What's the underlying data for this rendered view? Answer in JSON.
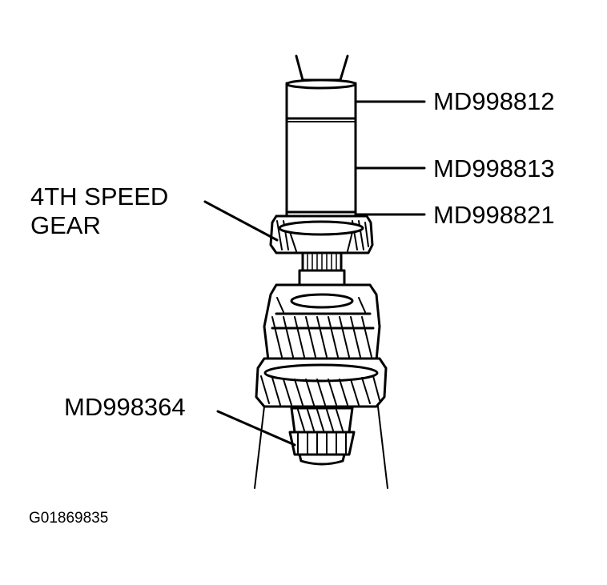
{
  "labels": {
    "md998812": "MD998812",
    "md998813": "MD998813",
    "md998821": "MD998821",
    "fourth_speed_gear_line1": "4TH SPEED",
    "fourth_speed_gear_line2": "GEAR",
    "md998364": "MD998364"
  },
  "figure_id": "G01869835",
  "colors": {
    "ink": "#000000",
    "paper": "#ffffff"
  }
}
